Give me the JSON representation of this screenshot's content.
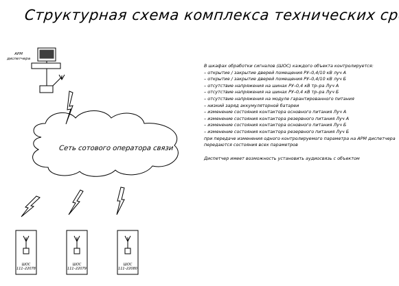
{
  "title": "Структурная схема комплекса технических средств",
  "arm": {
    "label_line1": "АРМ",
    "label_line2": "диспетчера"
  },
  "cloud": {
    "label": "Сеть сотового оператора связи"
  },
  "notes": {
    "intro": "В шкафах обработки сигналов (ШОС) каждого объекта контролируется:",
    "items": [
      "– открытие / закрытие дверей помещения РУ–0,4/10 кВ луч А",
      "– открытие / закрытие дверей помещения РУ–0,4/10 кВ луч Б",
      "– отсутствие напряжения на шинах РУ–0,4 кВ тр–ра Луч А",
      "– отсутствие напряжения на шинах РУ–0,4 кВ тр–ра Луч Б",
      "– отсутствие напряжения на модуле гарантированного питания",
      "– низкий заряд аккумуляторной батареи",
      "– изменение состояния контактора основного питания Луч А",
      "– изменение состояния контактора резервного питания Луч А",
      "– изменение состояния контактора основного питания Луч Б",
      "– изменение состояния контактора резервного питания Луч Б"
    ],
    "transfer_line1": "при передаче изменения одного контролируемого параметра на АРМ диспетчера",
    "transfer_line2": "передаются состояния всех параметров",
    "dispatcher": "Диспетчер имеет возможность установить аудиосвязь с объектом"
  },
  "cabinets": [
    {
      "name": "ШОС",
      "id": "111–22078"
    },
    {
      "name": "ШОС",
      "id": "111–22079"
    },
    {
      "name": "ШОС",
      "id": "111–22080"
    }
  ]
}
